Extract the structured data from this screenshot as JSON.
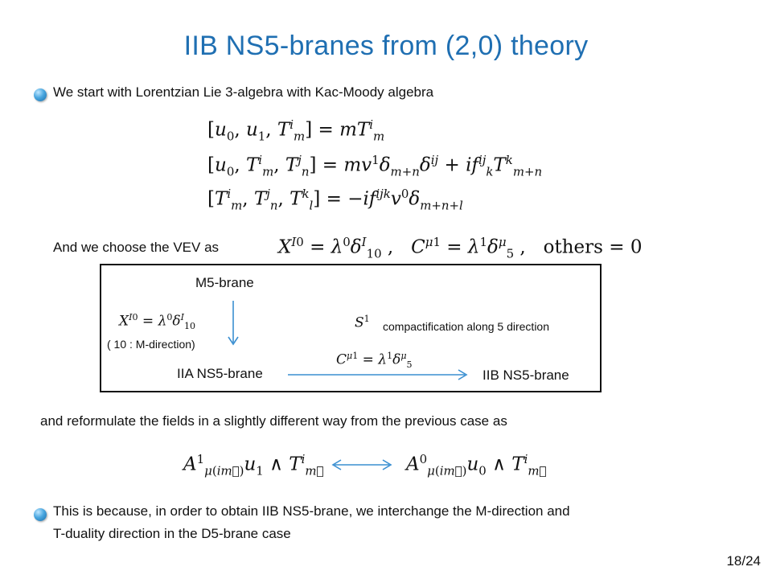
{
  "slide": {
    "title": "IIB NS5-branes from (2,0) theory",
    "bullet1_text": "We start with Lorentzian Lie 3-algebra with Kac-Moody algebra",
    "vev_intro": "And we choose the VEV as",
    "diagram": {
      "top_label": "M5-brane",
      "left_note": "( 10 :  M-direction)",
      "s1_note": "compactification along 5 direction",
      "bottom_left_label": "IIA NS5-brane",
      "bottom_right_label": "IIB NS5-brane"
    },
    "reformulate_text": "and reformulate the fields in a slightly different way from the previous case as",
    "bullet2_line1": "This is because, in order to obtain IIB NS5-brane, we interchange the M-direction and",
    "bullet2_line2": "T-duality direction in the D5-brane case",
    "page_number": "18/24"
  },
  "colors": {
    "title": "#1f6fb2",
    "arrow": "#3a8fd1",
    "bullet": "#4aa7e0"
  },
  "icons": {
    "bullet": "blue-sphere-bullet",
    "down_arrow": "arrow-down",
    "right_arrow": "arrow-right",
    "double_arrow": "double-headed-arrow"
  }
}
